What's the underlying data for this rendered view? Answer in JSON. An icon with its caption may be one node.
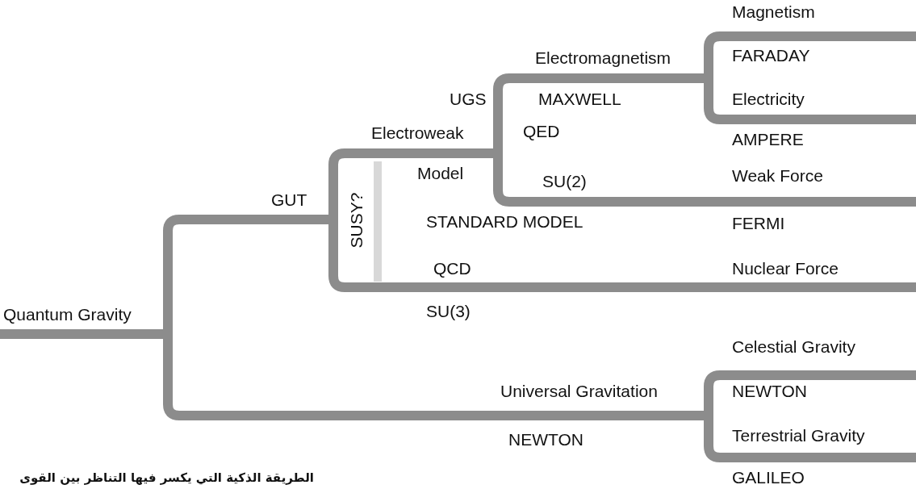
{
  "diagram": {
    "labels": [
      "Magnetism",
      "Electromagnetism",
      "FARADAY",
      "UGS",
      "MAXWELL",
      "Electricity",
      "Electroweak",
      "QED",
      "AMPERE",
      "Model",
      "SU(2)",
      "Weak Force",
      "GUT",
      "SUSY?",
      "STANDARD MODEL",
      "FERMI",
      "QCD",
      "Nuclear Force",
      "Quantum Gravity",
      "SU(3)",
      "Celestial Gravity",
      "Universal Gravitation",
      "NEWTON",
      "NEWTON",
      "Terrestrial Gravity",
      "الطريقة الذكية التي يكسر فيها التناظر بين القوى",
      "GALILEO"
    ]
  }
}
